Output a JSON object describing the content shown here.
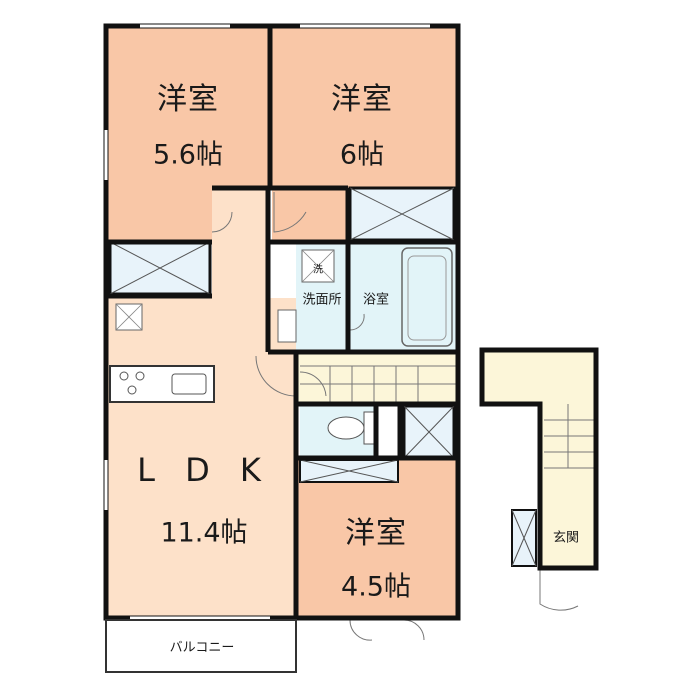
{
  "rooms": {
    "bedroom_a": {
      "name": "洋室",
      "size": "5.6帖"
    },
    "bedroom_b": {
      "name": "洋室",
      "size": "6帖"
    },
    "bedroom_c": {
      "name": "洋室",
      "size": "4.5帖"
    },
    "ldk": {
      "name": "L D K",
      "size": "11.4帖"
    },
    "washroom": {
      "name": "洗面所"
    },
    "bathroom": {
      "name": "浴室"
    },
    "balcony": {
      "name": "バルコニー"
    },
    "entrance": {
      "name": "玄関"
    },
    "washer_mark": {
      "name": "洗"
    }
  },
  "colors": {
    "bedroom": "#F9C7A7",
    "ldk": "#FDE1C9",
    "wet": "#E2F4F8",
    "hall": "#FCF6D9",
    "wall": "#111111",
    "closet": "#E8F3FA"
  }
}
